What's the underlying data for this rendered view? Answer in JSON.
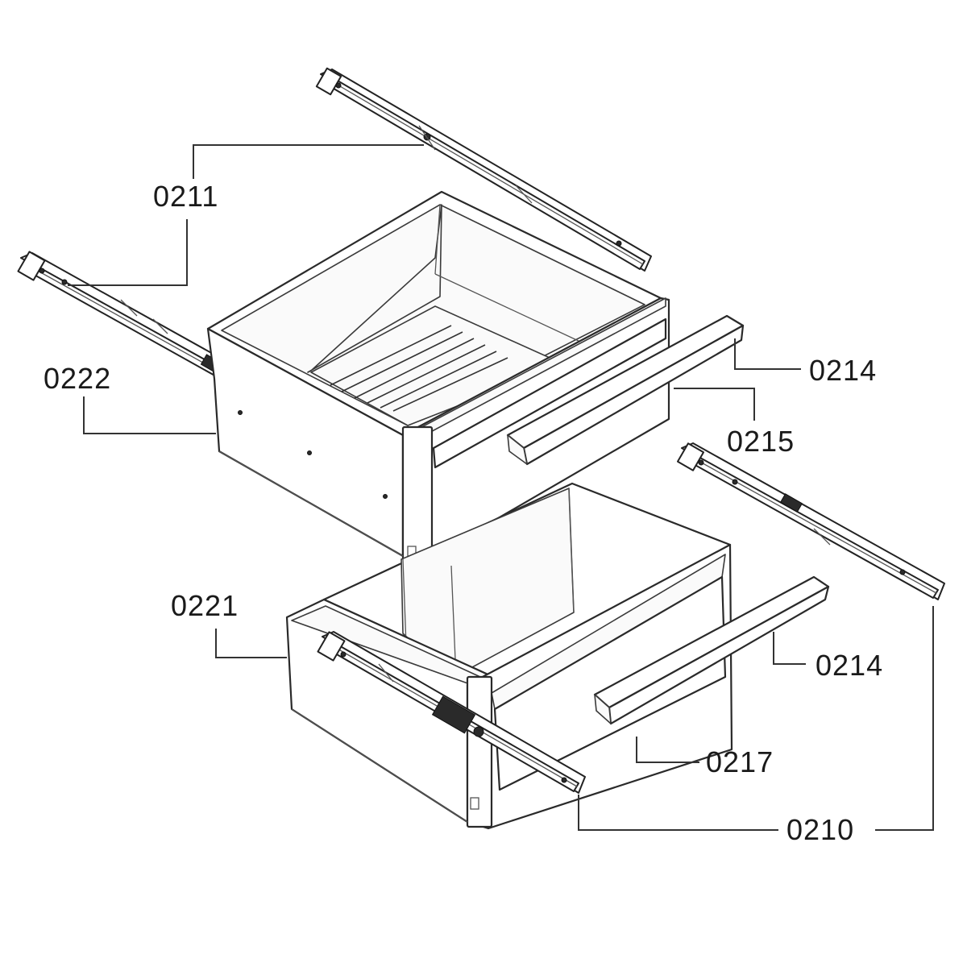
{
  "labels": {
    "p0211": "0211",
    "p0222": "0222",
    "p0214_upper": "0214",
    "p0215": "0215",
    "p0221": "0221",
    "p0214_lower": "0214",
    "p0217": "0217",
    "p0210": "0210"
  }
}
